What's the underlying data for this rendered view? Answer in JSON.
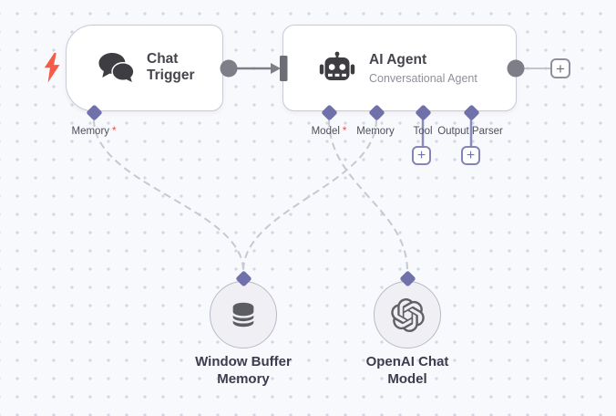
{
  "app": "n8n-workflow-canvas",
  "nodes": {
    "chat_trigger": {
      "title": "Chat Trigger"
    },
    "ai_agent": {
      "title": "AI Agent",
      "subtitle": "Conversational Agent"
    },
    "window_buffer_memory": {
      "title": "Window Buffer Memory"
    },
    "openai_chat_model": {
      "title": "OpenAI Chat Model"
    }
  },
  "ports": {
    "chat_memory": {
      "label": "Memory",
      "required": "*"
    },
    "model": {
      "label": "Model",
      "required": "*"
    },
    "memory": {
      "label": "Memory"
    },
    "tool": {
      "label": "Tool"
    },
    "output_parser": {
      "label": "Output Parser"
    }
  },
  "buttons": {
    "add_next_node": "+",
    "add_tool": "+",
    "add_output_parser": "+"
  },
  "icons": {
    "trigger": "lightning-bolt-icon",
    "chat_trigger": "chat-bubbles-icon",
    "ai_agent": "robot-icon",
    "window_buffer_memory": "database-icon",
    "openai_chat_model": "openai-logo-icon"
  },
  "colors": {
    "canvas_bg": "#f8f9fc",
    "grid_dot": "#d4d7e3",
    "node_border": "#c8cad7",
    "connector_gray": "#7e7e88",
    "ai_port_purple": "#7070ab",
    "dashed_line": "#c6c8d2",
    "trigger_bolt": "#f65b47",
    "required_asterisk": "#ef4646"
  }
}
